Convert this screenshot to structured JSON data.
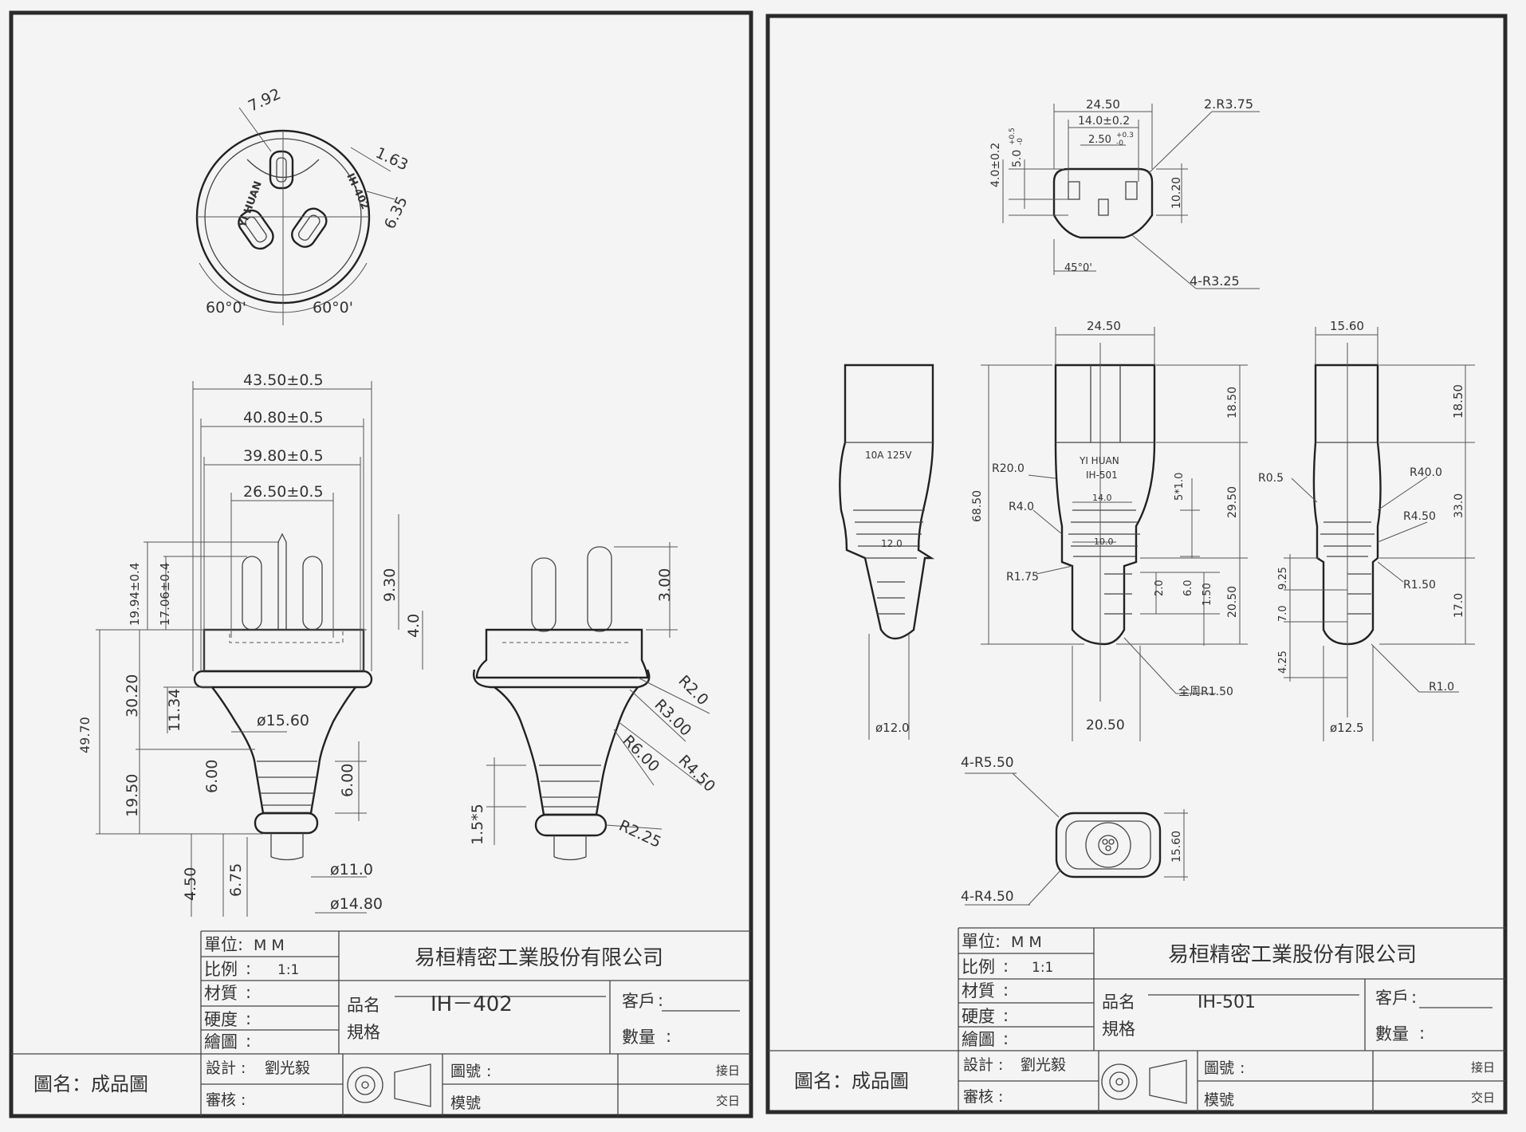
{
  "sheet_left": {
    "top_view": {
      "dims": [
        "7.92",
        "1.63",
        "6.35",
        "60°0'",
        "60°0'"
      ],
      "mold_text": [
        "YI HUAN",
        "IH-402"
      ]
    },
    "front_view": {
      "dims_h": [
        "43.50±0.5",
        "40.80±0.5",
        "39.80±0.5",
        "26.50±0.5",
        "ø15.60",
        "ø11.0",
        "ø14.80"
      ],
      "dims_v": [
        "19.94±0.4",
        "17.06±0.4",
        "9.30",
        "4.0",
        "49.70",
        "30.20",
        "11.34",
        "19.50",
        "6.00",
        "6.00",
        "4.50",
        "6.75"
      ]
    },
    "side_view": {
      "dims": [
        "3.00",
        "R2.0",
        "R3.00",
        "R4.50",
        "R6.00",
        "R2.25",
        "1.5*5"
      ]
    },
    "title_block": {
      "unit_label": "單位",
      "unit_value": "M    M",
      "scale_label": "比例",
      "scale_value": "1:1",
      "material_label": "材質",
      "hardness_label": "硬度",
      "drawn_label": "繪圖",
      "design_label": "設計",
      "design_value": "劉光毅",
      "check_label": "審核",
      "company": "易桓精密工業股份有限公司",
      "product_label": "品名",
      "product_value": "IH－402",
      "spec_label": "規格",
      "customer_label": "客戶",
      "qty_label": "數量",
      "drawing_no_label": "圖號",
      "mold_no_label": "模號",
      "receive_label": "接日",
      "deliver_label": "交日",
      "drawing_name": "圖名：成品圖"
    }
  },
  "sheet_right": {
    "top_view": {
      "dims": [
        "24.50",
        "14.0±0.2",
        "2.50",
        "+0.3",
        "-0",
        "2.R3.75",
        "4.0±0.2",
        "5.0",
        "+0.5",
        "-0",
        "10.20",
        "45°0'",
        "4-R3.25"
      ]
    },
    "side_a": {
      "dims": [
        "10A  125V",
        "12.0",
        "ø12.0"
      ]
    },
    "front": {
      "dims": [
        "24.50",
        "68.50",
        "18.50",
        "29.50",
        "20.50",
        "R20.0",
        "R4.0",
        "R1.75",
        "5*1.0",
        "2.0",
        "6.0",
        "1.50",
        "14.0",
        "10.0",
        "全周R1.50",
        "20.50"
      ],
      "mold_text": [
        "YI  HUAN",
        "IH-501"
      ]
    },
    "side_b": {
      "dims": [
        "15.60",
        "18.50",
        "33.0",
        "17.0",
        "R0.5",
        "R40.0",
        "R4.50",
        "R1.50",
        "R1.0",
        "9.25",
        "7.0",
        "4.25",
        "ø12.5"
      ]
    },
    "bottom_view": {
      "dims": [
        "4-R5.50",
        "4-R4.50",
        "15.60"
      ]
    },
    "title_block": {
      "unit_label": "單位",
      "unit_value": "M    M",
      "scale_label": "比例",
      "scale_value": "1:1",
      "material_label": "材質",
      "hardness_label": "硬度",
      "drawn_label": "繪圖",
      "design_label": "設計",
      "design_value": "劉光毅",
      "check_label": "審核",
      "company": "易桓精密工業股份有限公司",
      "product_label": "品名",
      "product_value": "IH-501",
      "spec_label": "規格",
      "customer_label": "客戶",
      "qty_label": "數量",
      "drawing_no_label": "圖號",
      "mold_no_label": "模號",
      "receive_label": "接日",
      "deliver_label": "交日",
      "drawing_name": "圖名：成品圖"
    }
  }
}
